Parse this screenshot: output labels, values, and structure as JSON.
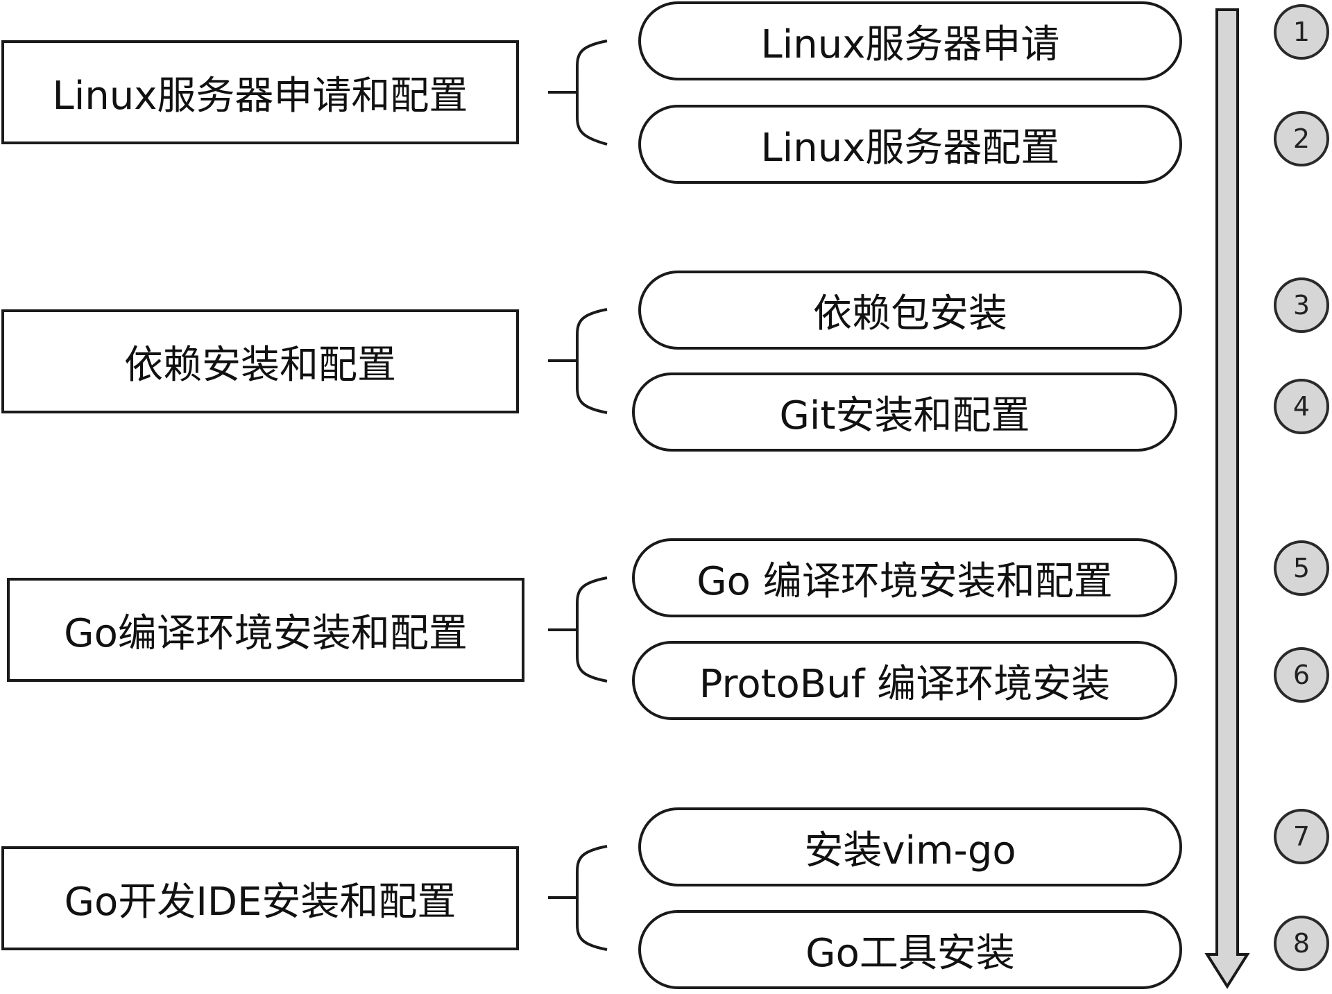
{
  "groups": [
    {
      "label": "Linux服务器申请和配置",
      "steps": [
        {
          "label": "Linux服务器申请",
          "number": "1"
        },
        {
          "label": "Linux服务器配置",
          "number": "2"
        }
      ]
    },
    {
      "label": "依赖安装和配置",
      "steps": [
        {
          "label": "依赖包安装",
          "number": "3"
        },
        {
          "label": "Git安装和配置",
          "number": "4"
        }
      ]
    },
    {
      "label": "Go编译环境安装和配置",
      "steps": [
        {
          "label": "Go 编译环境安装和配置",
          "number": "5"
        },
        {
          "label": "ProtoBuf 编译环境安装",
          "number": "6"
        }
      ]
    },
    {
      "label": "Go开发IDE安装和配置",
      "steps": [
        {
          "label": "安装vim-go",
          "number": "7"
        },
        {
          "label": "Go工具安装",
          "number": "8"
        }
      ]
    }
  ],
  "colors": {
    "stroke": "#1a1a1a",
    "arrow_fill": "#d6d6d6",
    "circle_fill": "#d6d6d6"
  }
}
